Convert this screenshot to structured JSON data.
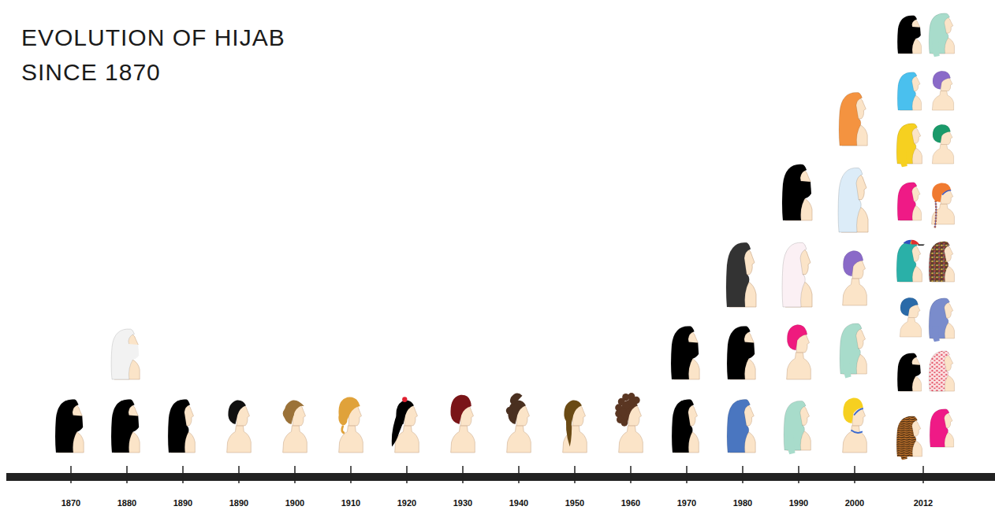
{
  "diagram": {
    "title": "EVOLUTION OF HIJAB SINCE 1870",
    "labels": [
      "1870",
      "1880",
      "1890",
      "1890",
      "1900",
      "1910",
      "1920",
      "1930",
      "1940",
      "1950",
      "1960",
      "1970",
      "1980",
      "1990",
      "2000",
      "2012"
    ]
  }
}
